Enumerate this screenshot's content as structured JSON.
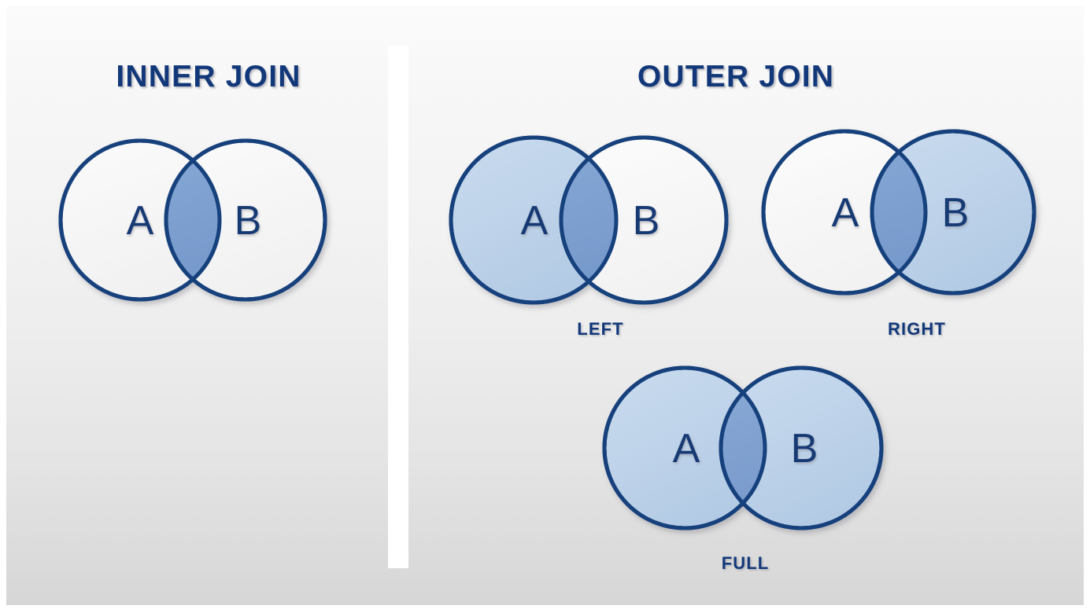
{
  "slide": {
    "kind": "sql-join-venn-diagram",
    "background_top_color": "#fbfbfb",
    "background_bottom_color": "#d6d6d6",
    "divider_color": "#ffffff"
  },
  "palette": {
    "stroke": "#16417c",
    "heading_text": "#12387a",
    "letter_text": "#173a74",
    "fill_light_blue": "#bfd4ea",
    "fill_intersection_blue": "#7b9fd0",
    "fill_empty": "#f7f7f7"
  },
  "sections": {
    "inner": {
      "title": "INNER JOIN"
    },
    "outer": {
      "title": "OUTER JOIN"
    }
  },
  "diagrams": [
    {
      "id": "inner",
      "caption": "",
      "left_label": "A",
      "right_label": "B",
      "left_filled": false,
      "right_filled": false,
      "intersection_filled": true
    },
    {
      "id": "left",
      "caption": "LEFT",
      "left_label": "A",
      "right_label": "B",
      "left_filled": true,
      "right_filled": false,
      "intersection_filled": true
    },
    {
      "id": "right",
      "caption": "RIGHT",
      "left_label": "A",
      "right_label": "B",
      "left_filled": false,
      "right_filled": true,
      "intersection_filled": true
    },
    {
      "id": "full",
      "caption": "FULL",
      "left_label": "A",
      "right_label": "B",
      "left_filled": true,
      "right_filled": true,
      "intersection_filled": true
    }
  ]
}
